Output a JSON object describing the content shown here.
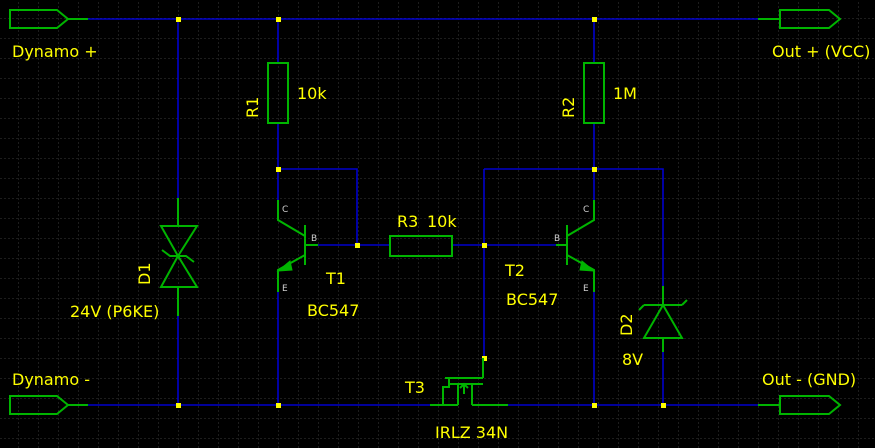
{
  "ports": {
    "dyn_plus": "Dynamo +",
    "dyn_minus": "Dynamo -",
    "out_plus": "Out + (VCC)",
    "out_minus": "Out - (GND)"
  },
  "components": {
    "r1": {
      "ref": "R1",
      "value": "10k"
    },
    "r2": {
      "ref": "R2",
      "value": "1M"
    },
    "r3": {
      "ref": "R3",
      "value": "10k"
    },
    "d1": {
      "ref": "D1",
      "value": "24V (P6KE)"
    },
    "d2": {
      "ref": "D2",
      "value": "8V"
    },
    "t1": {
      "ref": "T1",
      "value": "BC547"
    },
    "t2": {
      "ref": "T2",
      "value": "BC547"
    },
    "t3": {
      "ref": "T3",
      "value": "IRLZ 34N"
    }
  },
  "pins": {
    "collector": "C",
    "base": "B",
    "emitter": "E"
  },
  "colors": {
    "background": "#000000",
    "grid": "#3a3a3a",
    "wire": "#0000cc",
    "component": "#00b400",
    "label": "#ffff00",
    "pin_label": "#cfcfcf"
  }
}
